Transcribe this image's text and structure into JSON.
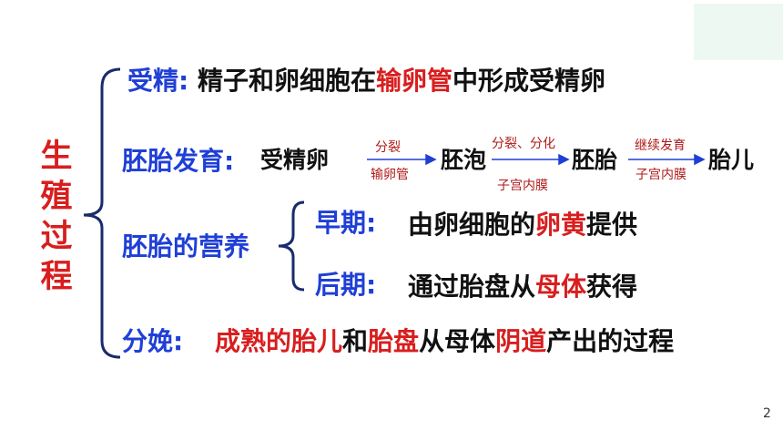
{
  "title_chars": [
    "生",
    "殖",
    "过",
    "程"
  ],
  "row1": {
    "label": "受精",
    "colon": ":",
    "pre": "精子和卵细胞在",
    "hl": "输卵管",
    "post": "中形成受精卵"
  },
  "row2": {
    "label": "胚胎发育",
    "colon": ":",
    "start": "受精卵",
    "a1_top": "分裂",
    "a1_bottom": "输卵管",
    "n1": "胚泡",
    "a2_top": "分裂、分化",
    "a2_bottom": "子宫内膜",
    "n2": "胚胎",
    "a3_top": "继续发育",
    "a3_bottom": "子宫内膜",
    "n3": "胎儿"
  },
  "row3": {
    "label": "胚胎的营养",
    "early": {
      "label": "早期",
      "colon": ":",
      "pre": "由卵细胞的",
      "hl": "卵黄",
      "post": "提供"
    },
    "late": {
      "label": "后期",
      "colon": ":",
      "pre": "通过胎盘从",
      "hl": "母体",
      "post": "获得"
    }
  },
  "row4": {
    "label": "分娩",
    "colon": ":",
    "p1": "成熟的胎儿",
    "p2": "和",
    "p3": "胎盘",
    "p4": "从母体",
    "p5": "阴道",
    "p6": "产出的过程"
  },
  "page_number": "2",
  "colors": {
    "red": "#d81e1e",
    "blue": "#1f3fd6",
    "brace": "#1a2a6c",
    "arrow": "#1f3fd6"
  }
}
